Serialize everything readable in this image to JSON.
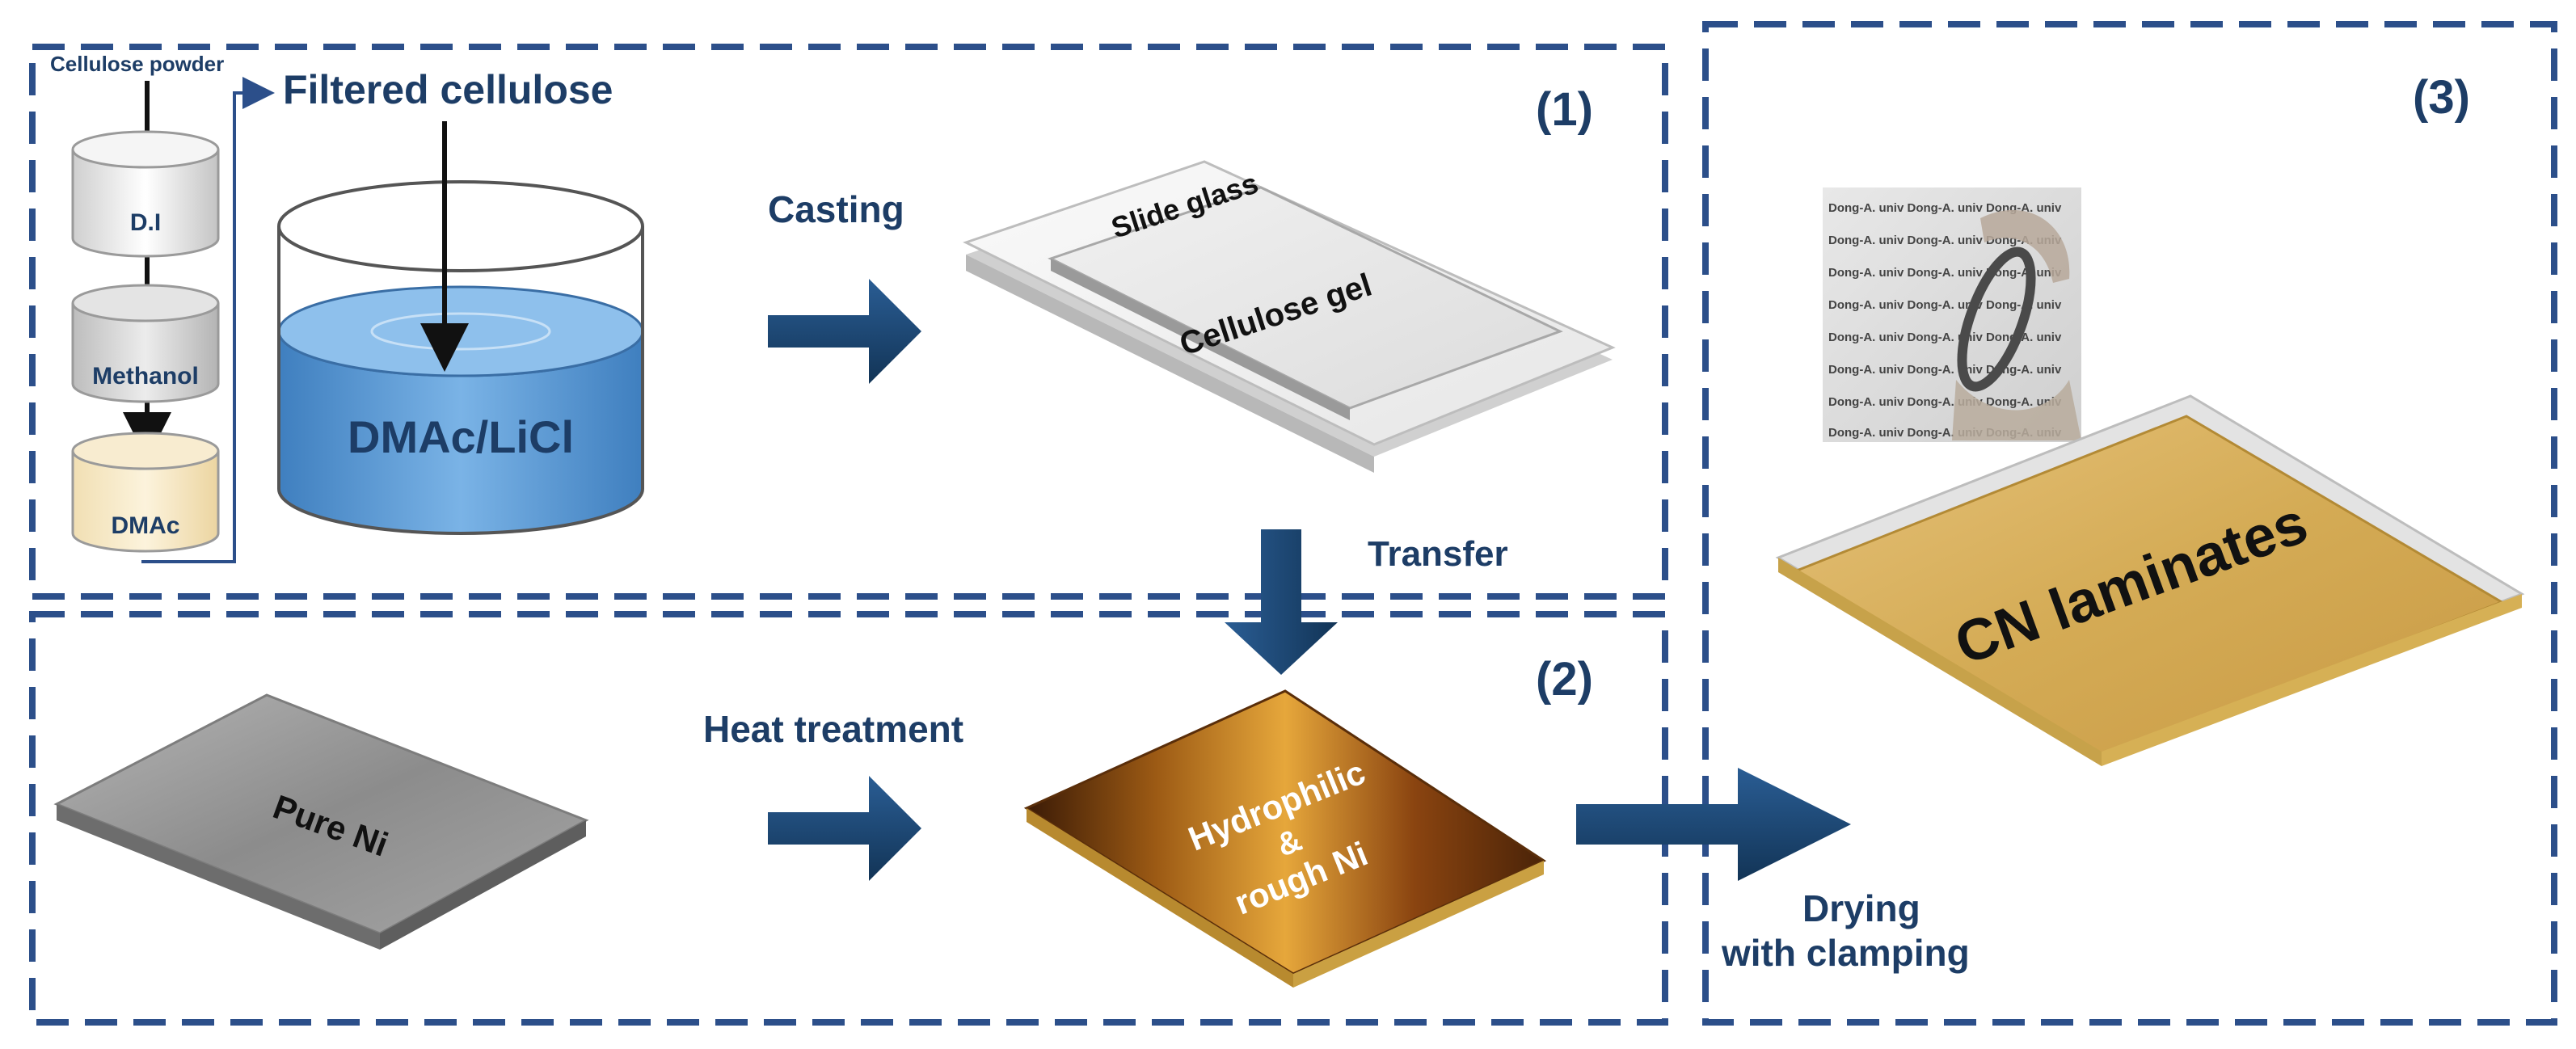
{
  "sections": {
    "s1": {
      "label": "(1)"
    },
    "s2": {
      "label": "(2)"
    },
    "s3": {
      "label": "(3)"
    }
  },
  "beakers": {
    "di": "D.I",
    "methanol": "Methanol",
    "dmac": "DMAc"
  },
  "labels": {
    "cellulose_powder": "Cellulose powder",
    "filtered_cellulose": "Filtered cellulose",
    "solution": "DMAc/LiCl",
    "casting": "Casting",
    "slide_glass": "Slide glass",
    "cellulose_gel": "Cellulose gel",
    "transfer": "Transfer",
    "pure_ni": "Pure Ni",
    "heat_treatment": "Heat treatment",
    "hydro_line1": "Hydrophilic",
    "hydro_line2": "&",
    "hydro_line3": "rough Ni",
    "drying_line1": "Drying",
    "drying_line2": "with clamping",
    "cn_laminates": "CN laminates",
    "photo_text": "Dong-A. univ Dong-A. univ Dong-A. univ"
  },
  "colors": {
    "frame": "#2c4f8a",
    "arrow": "#1d4370",
    "label": "#1d3d66",
    "solution": "#5b9ad6",
    "gold": "#d9b45e",
    "nickel": "#8f8f8f"
  }
}
